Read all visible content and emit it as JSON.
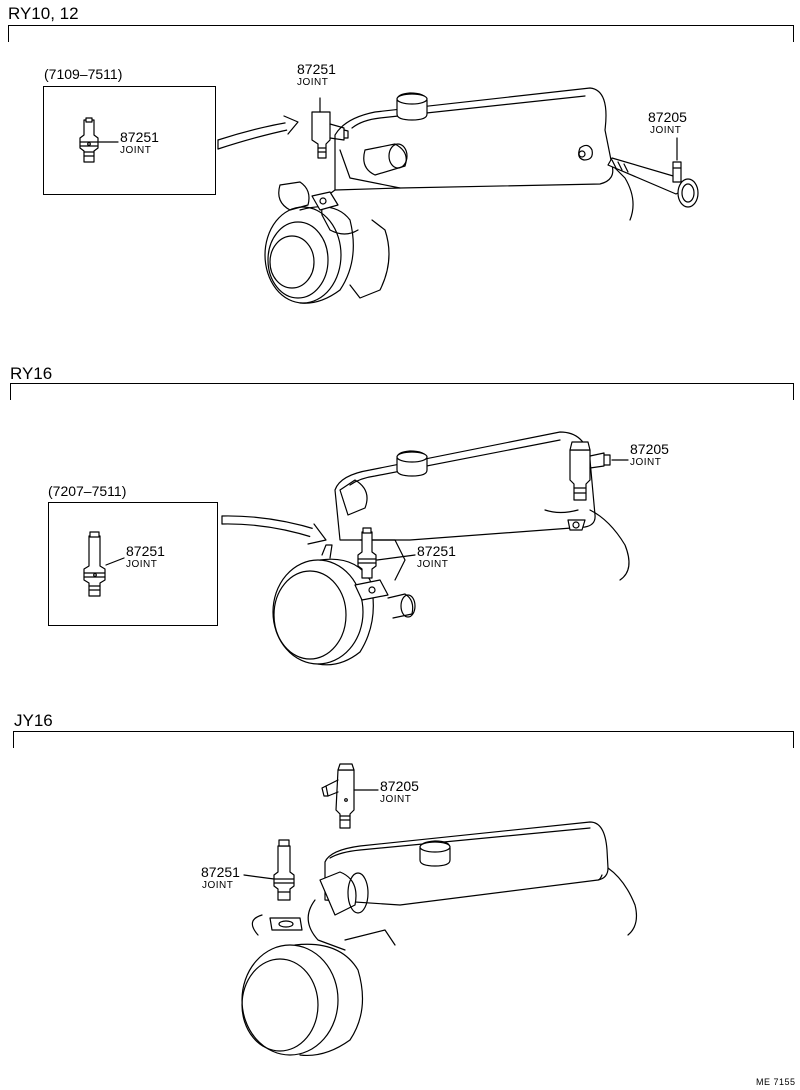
{
  "sections": [
    {
      "title": "RY10, 12",
      "inset_label": "(7109–7511)",
      "callouts": [
        {
          "part_no": "87251",
          "name": "JOINT"
        },
        {
          "part_no": "87251",
          "name": "JOINT"
        },
        {
          "part_no": "87205",
          "name": "JOINT"
        }
      ]
    },
    {
      "title": "RY16",
      "inset_label": "(7207–7511)",
      "callouts": [
        {
          "part_no": "87251",
          "name": "JOINT"
        },
        {
          "part_no": "87251",
          "name": "JOINT"
        },
        {
          "part_no": "87205",
          "name": "JOINT"
        }
      ]
    },
    {
      "title": "JY16",
      "callouts": [
        {
          "part_no": "87205",
          "name": "JOINT"
        },
        {
          "part_no": "87251",
          "name": "JOINT"
        }
      ]
    }
  ],
  "reference": "ME 7155"
}
